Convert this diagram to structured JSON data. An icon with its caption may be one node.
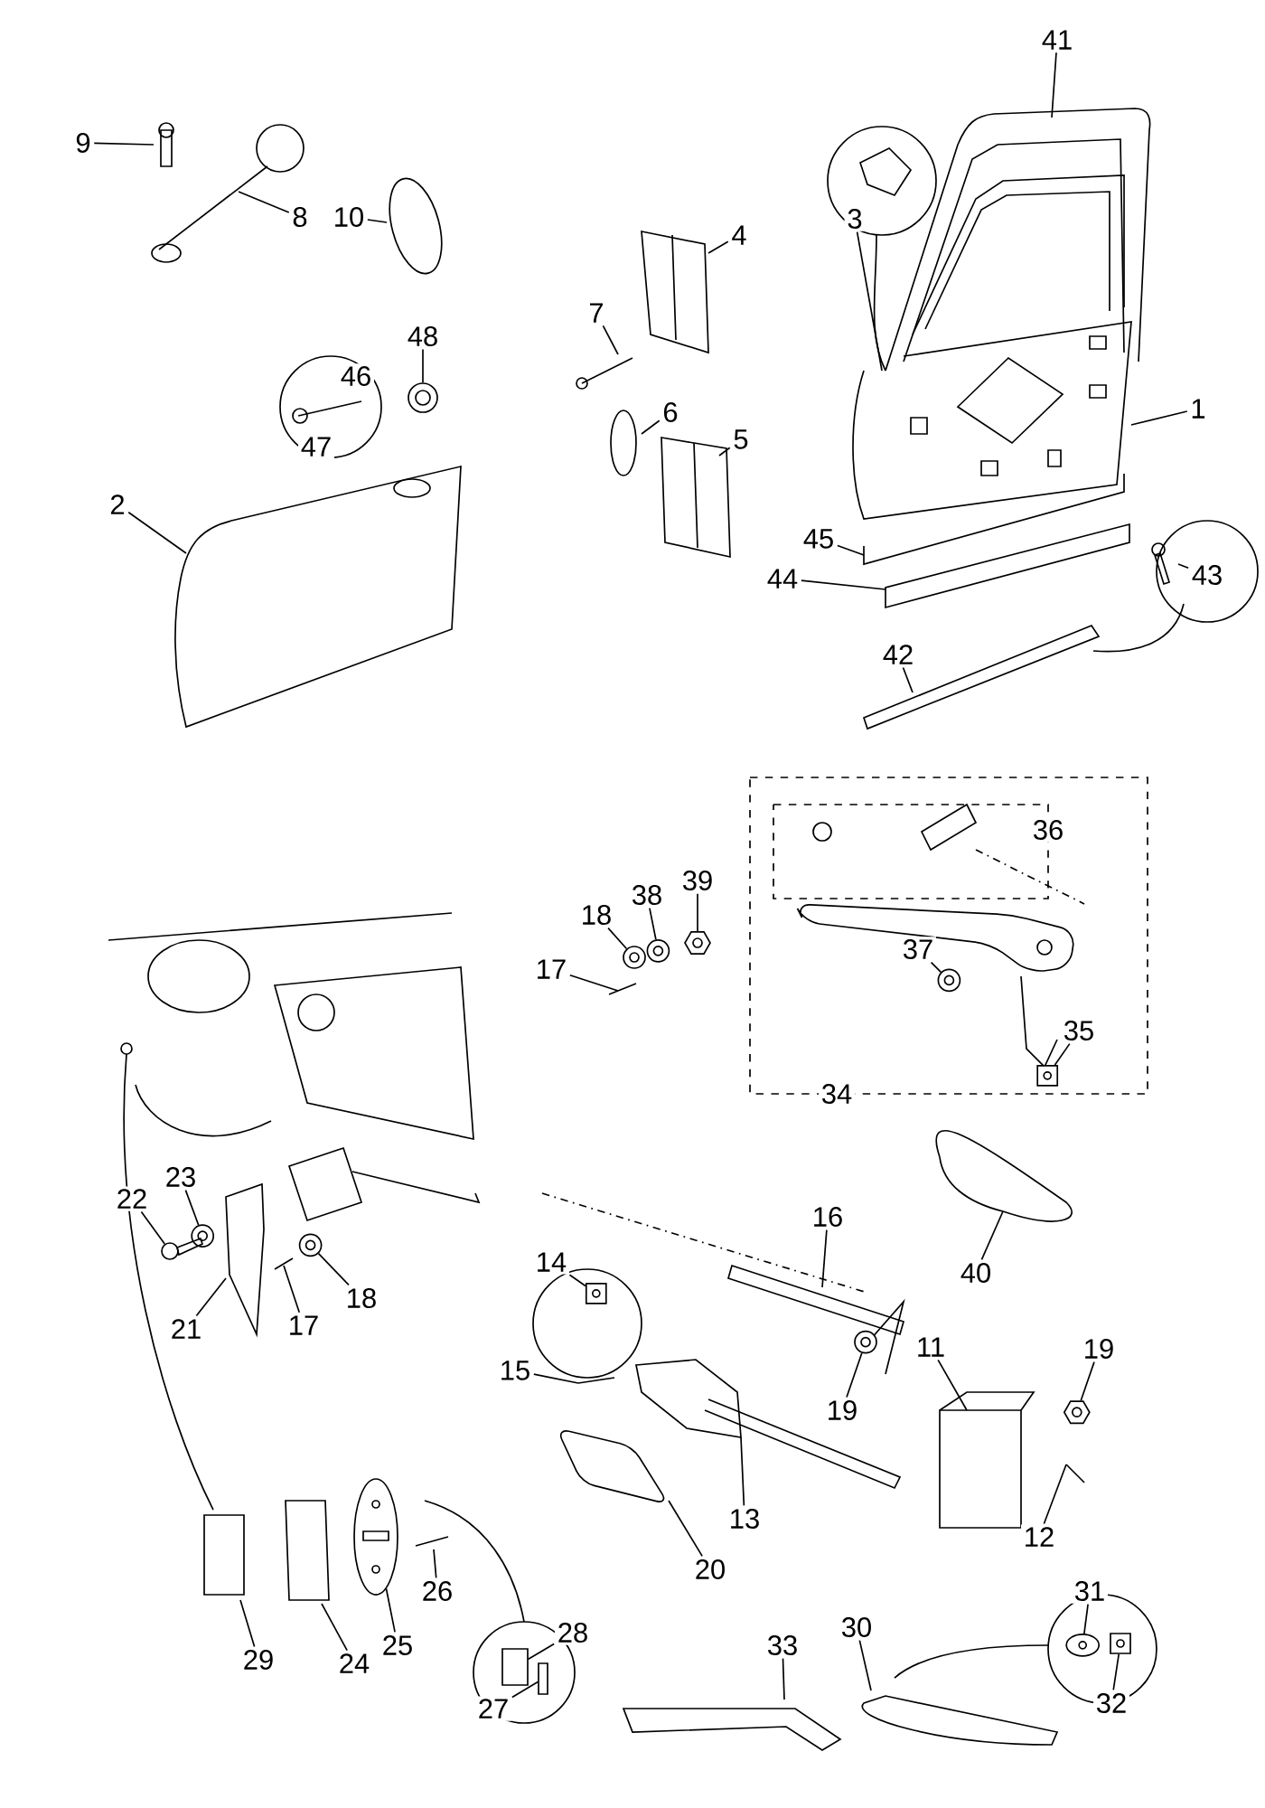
{
  "diagram": {
    "nodes": [
      {
        "text": [
          "41"
        ]
      },
      {
        "text": [
          "9"
        ]
      },
      {
        "text": [
          "3"
        ]
      },
      {
        "text": [
          "8"
        ]
      },
      {
        "text": [
          "10"
        ]
      },
      {
        "text": [
          "4"
        ]
      },
      {
        "text": [
          "7"
        ]
      },
      {
        "text": [
          "48"
        ]
      },
      {
        "text": [
          "1"
        ]
      },
      {
        "text": [
          "6"
        ]
      },
      {
        "text": [
          "5"
        ]
      },
      {
        "text": [
          "2"
        ]
      },
      {
        "text": [
          "45"
        ]
      },
      {
        "text": [
          "43"
        ]
      },
      {
        "text": [
          "44"
        ]
      },
      {
        "text": [
          "42"
        ]
      },
      {
        "text": [
          "38"
        ]
      },
      {
        "text": [
          "39"
        ]
      },
      {
        "text": [
          "18"
        ]
      },
      {
        "text": [
          "37"
        ]
      },
      {
        "text": [
          "17"
        ]
      },
      {
        "text": [
          "35"
        ]
      },
      {
        "text": [
          "23"
        ]
      },
      {
        "text": [
          "22"
        ]
      },
      {
        "text": [
          "16"
        ]
      },
      {
        "text": [
          "14"
        ]
      },
      {
        "text": [
          "40"
        ]
      },
      {
        "text": [
          "18"
        ]
      },
      {
        "text": [
          "17"
        ]
      },
      {
        "text": [
          "21"
        ]
      },
      {
        "text": [
          "11"
        ]
      },
      {
        "text": [
          "19"
        ]
      },
      {
        "text": [
          "15"
        ]
      },
      {
        "text": [
          "19"
        ]
      },
      {
        "text": [
          "13"
        ]
      },
      {
        "text": [
          "12"
        ]
      },
      {
        "text": [
          "20"
        ]
      },
      {
        "text": [
          "26"
        ]
      },
      {
        "text": [
          "31"
        ]
      },
      {
        "text": [
          "30"
        ]
      },
      {
        "text": [
          "28"
        ]
      },
      {
        "text": [
          "25"
        ]
      },
      {
        "text": [
          "33"
        ]
      },
      {
        "text": [
          "29"
        ]
      },
      {
        "text": [
          "24"
        ]
      },
      {
        "text": [
          "32"
        ]
      },
      {
        "text": [
          "27"
        ]
      },
      {
        "text": [
          "46"
        ]
      },
      {
        "text": [
          "47"
        ]
      },
      {
        "text": [
          "36"
        ]
      },
      {
        "text": [
          "34"
        ]
      },
      {
        "text": [],
        "shape": "picture"
      },
      {
        "text": [],
        "shape": "picture"
      },
      {
        "text": [],
        "shape": "picture"
      },
      {
        "text": [],
        "shape": "picture"
      },
      {
        "text": [],
        "shape": "picture"
      },
      {
        "text": [],
        "shape": "picture"
      },
      {
        "text": [],
        "shape": "picture"
      },
      {
        "text": [],
        "shape": "picture"
      },
      {
        "text": [],
        "shape": "picture"
      },
      {
        "text": [],
        "shape": "picture"
      },
      {
        "text": [],
        "shape": "picture"
      },
      {
        "text": [],
        "shape": "picture"
      },
      {
        "text": [],
        "shape": "picture"
      },
      {
        "text": [],
        "shape": "box"
      },
      {
        "text": [],
        "shape": "box"
      },
      {
        "text": [],
        "shape": "picture"
      },
      {
        "text": [],
        "shape": "picture"
      }
    ],
    "edges": [
      {
        "from": 0,
        "to": null,
        "arrow": "none"
      },
      {
        "from": 1,
        "to": null,
        "arrow": "none"
      },
      {
        "from": 2,
        "to": null,
        "arrow": "none"
      },
      {
        "from": 3,
        "to": null,
        "arrow": "none"
      },
      {
        "from": 4,
        "to": null,
        "arrow": "none"
      },
      {
        "from": 5,
        "to": null,
        "arrow": "none"
      },
      {
        "from": 6,
        "to": null,
        "arrow": "none"
      },
      {
        "from": 7,
        "to": 51,
        "arrow": "none"
      },
      {
        "from": 8,
        "to": null,
        "arrow": "none"
      },
      {
        "from": 9,
        "to": null,
        "arrow": "none"
      },
      {
        "from": 10,
        "to": null,
        "arrow": "none"
      },
      {
        "from": 11,
        "to": null,
        "arrow": "none"
      },
      {
        "from": 12,
        "to": null,
        "arrow": "none"
      },
      {
        "from": 13,
        "to": null,
        "arrow": "none"
      },
      {
        "from": 14,
        "to": null,
        "arrow": "none"
      },
      {
        "from": 15,
        "to": null,
        "arrow": "none"
      },
      {
        "from": 16,
        "to": 52,
        "arrow": "none"
      },
      {
        "from": 17,
        "to": 53,
        "arrow": "none"
      },
      {
        "from": 18,
        "to": 54,
        "arrow": "none"
      },
      {
        "from": 19,
        "to": 55,
        "arrow": "none"
      },
      {
        "from": 20,
        "to": null,
        "arrow": "none"
      },
      {
        "from": 21,
        "to": 56,
        "arrow": "none"
      },
      {
        "from": 22,
        "to": 57,
        "arrow": "none"
      },
      {
        "from": 23,
        "to": 67,
        "arrow": "none"
      },
      {
        "from": 24,
        "to": null,
        "arrow": "none"
      },
      {
        "from": 25,
        "to": 58,
        "arrow": "none"
      },
      {
        "from": 26,
        "to": null,
        "arrow": "none"
      },
      {
        "from": 27,
        "to": 59,
        "arrow": "none"
      },
      {
        "from": 28,
        "to": null,
        "arrow": "none"
      },
      {
        "from": 29,
        "to": null,
        "arrow": "none"
      },
      {
        "from": 30,
        "to": null,
        "arrow": "none"
      },
      {
        "from": 31,
        "to": 60,
        "arrow": "none"
      },
      {
        "from": 32,
        "to": null,
        "arrow": "none"
      },
      {
        "from": 33,
        "to": 61,
        "arrow": "none"
      },
      {
        "from": 34,
        "to": null,
        "arrow": "none"
      },
      {
        "from": 35,
        "to": null,
        "arrow": "none"
      },
      {
        "from": 36,
        "to": null,
        "arrow": "none"
      },
      {
        "from": 37,
        "to": null,
        "arrow": "none"
      },
      {
        "from": 38,
        "to": 62,
        "arrow": "none"
      },
      {
        "from": 39,
        "to": null,
        "arrow": "none"
      },
      {
        "from": 40,
        "to": 64,
        "arrow": "none"
      },
      {
        "from": 41,
        "to": 63,
        "arrow": "none"
      },
      {
        "from": 42,
        "to": null,
        "arrow": "none"
      },
      {
        "from": 43,
        "to": null,
        "arrow": "none"
      },
      {
        "from": 44,
        "to": null,
        "arrow": "none"
      },
      {
        "from": 45,
        "to": 66,
        "arrow": "none"
      },
      {
        "from": 46,
        "to": 65,
        "arrow": "none"
      }
    ]
  }
}
